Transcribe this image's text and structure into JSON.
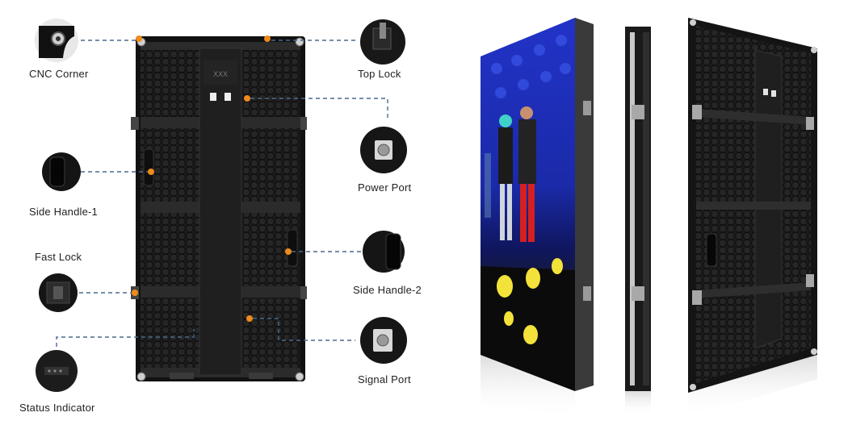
{
  "callouts": {
    "cnc_corner": "CNC Corner",
    "top_lock": "Top Lock",
    "power_port": "Power Port",
    "side_handle_1": "Side Handle-1",
    "side_handle_2": "Side Handle-2",
    "fast_lock": "Fast Lock",
    "signal_port": "Signal Port",
    "status_indicator": "Status Indicator"
  },
  "panel_logo": "XXX",
  "colors": {
    "marker": "#f08a1c",
    "leader": "#4a6a8c",
    "cabinet": "#1a1a1a",
    "frame": "#2a2a2a",
    "screen_blue": "#1c2fb8"
  }
}
